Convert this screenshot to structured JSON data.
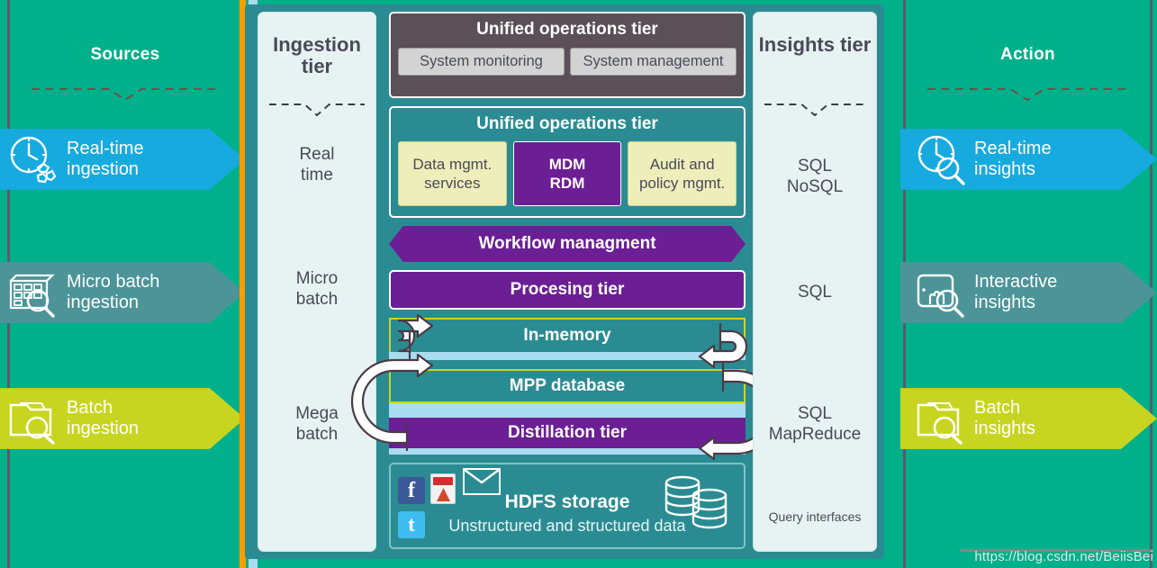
{
  "sources": {
    "title": "Sources",
    "items": [
      {
        "label_line1": "Real-time",
        "label_line2": "ingestion",
        "color": "#17aadf",
        "icon": "clock-recycle-icon"
      },
      {
        "label_line1": "Micro batch",
        "label_line2": "ingestion",
        "color": "#4c9498",
        "icon": "table-search-icon"
      },
      {
        "label_line1": "Batch",
        "label_line2": "ingestion",
        "color": "#c8d520",
        "icon": "folder-search-icon"
      }
    ]
  },
  "ingestion_tier": {
    "title_line1": "Ingestion",
    "title_line2": "tier",
    "items": [
      {
        "line1": "Real",
        "line2": "time"
      },
      {
        "line1": "Micro",
        "line2": "batch"
      },
      {
        "line1": "Mega",
        "line2": "batch"
      }
    ]
  },
  "center": {
    "operations_dark": {
      "title": "Unified operations tier",
      "cells": [
        "System monitoring",
        "System management"
      ]
    },
    "operations_teal": {
      "title": "Unified operations tier",
      "cells": [
        {
          "line1": "Data mgmt.",
          "line2": "services",
          "style": "pale"
        },
        {
          "line1": "MDM",
          "line2": "RDM",
          "style": "purple"
        },
        {
          "line1": "Audit and",
          "line2": "policy mgmt.",
          "style": "pale"
        }
      ]
    },
    "workflow_arrow": "Workflow managment",
    "processing_tier": "Procesing tier",
    "in_memory": "In-memory",
    "mpp_database": "MPP database",
    "distillation_tier": "Distillation tier",
    "hdfs": {
      "title": "HDFS storage",
      "subtitle": "Unstructured and structured data",
      "icons": [
        "facebook-icon",
        "pdf-icon",
        "envelope-icon",
        "twitter-icon",
        "database-stack-icon"
      ]
    }
  },
  "insights_tier": {
    "title_line1": "Insights",
    "title_line2": "tier",
    "items": [
      {
        "line1": "SQL",
        "line2": "NoSQL"
      },
      {
        "line1": "SQL",
        "line2": ""
      },
      {
        "line1": "SQL",
        "line2": "MapReduce"
      }
    ],
    "footer": "Query interfaces"
  },
  "action": {
    "title": "Action",
    "items": [
      {
        "label_line1": "Real-time",
        "label_line2": "insights",
        "color": "#17aadf",
        "icon": "clock-search-icon"
      },
      {
        "label_line1": "Interactive",
        "label_line2": "insights",
        "color": "#4c9498",
        "icon": "tablet-touch-search-icon"
      },
      {
        "label_line1": "Batch",
        "label_line2": "insights",
        "color": "#c8d520",
        "icon": "folder-search-icon"
      }
    ]
  },
  "watermark": "https://blog.csdn.net/BeiisBei",
  "colors": {
    "background_green": "#00b08a",
    "center_teal": "#2b8b92",
    "purple": "#6c1f94",
    "pale_yellow": "#edeeba",
    "yellow_green": "#c8d520",
    "cyan": "#17aadf",
    "light_blue": "#a9dcf0",
    "dark_gray": "#5b4f58"
  }
}
